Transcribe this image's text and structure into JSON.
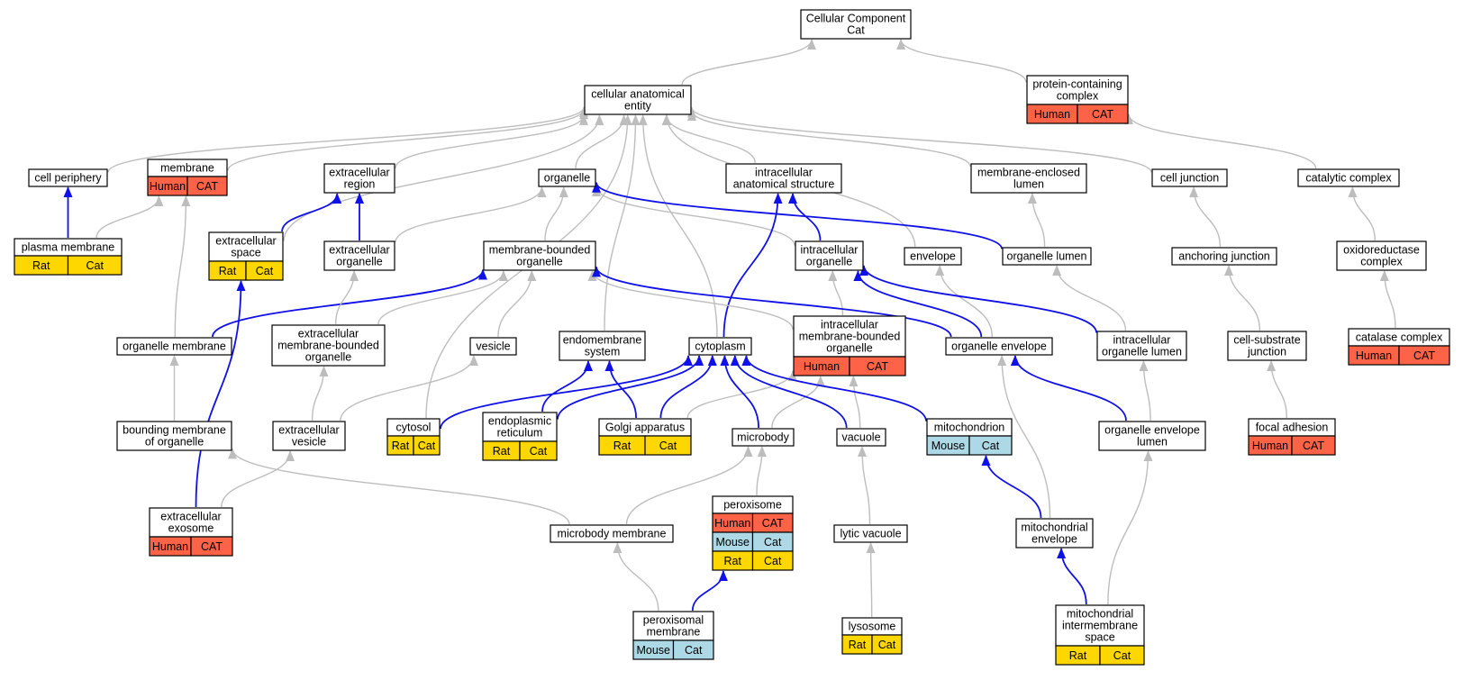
{
  "diagram": {
    "colors": {
      "human": "#ff6347",
      "rat": "#ffd700",
      "mouse": "#add8e6",
      "is_a_edge": "#bdbdbd",
      "part_of_edge": "#1010e8"
    },
    "nodes": [
      {
        "id": "cellular_component",
        "lines": [
          "Cellular Component",
          "Cat"
        ],
        "tags": []
      },
      {
        "id": "cellular_anatomical_entity",
        "lines": [
          "cellular anatomical",
          "entity"
        ],
        "tags": []
      },
      {
        "id": "protein_containing_complex",
        "lines": [
          "protein-containing",
          "complex"
        ],
        "tags": [
          [
            "Human",
            "CAT"
          ]
        ]
      },
      {
        "id": "cell_periphery",
        "lines": [
          "cell periphery"
        ],
        "tags": []
      },
      {
        "id": "membrane",
        "lines": [
          "membrane"
        ],
        "tags": [
          [
            "Human",
            "CAT"
          ]
        ]
      },
      {
        "id": "extracellular_region",
        "lines": [
          "extracellular",
          "region"
        ],
        "tags": []
      },
      {
        "id": "organelle",
        "lines": [
          "organelle"
        ],
        "tags": []
      },
      {
        "id": "intracellular_anatomical_structure",
        "lines": [
          "intracellular",
          "anatomical structure"
        ],
        "tags": []
      },
      {
        "id": "membrane_enclosed_lumen",
        "lines": [
          "membrane-enclosed",
          "lumen"
        ],
        "tags": []
      },
      {
        "id": "cell_junction",
        "lines": [
          "cell junction"
        ],
        "tags": []
      },
      {
        "id": "catalytic_complex",
        "lines": [
          "catalytic complex"
        ],
        "tags": []
      },
      {
        "id": "plasma_membrane",
        "lines": [
          "plasma membrane"
        ],
        "tags": [
          [
            "Rat",
            "Cat"
          ]
        ]
      },
      {
        "id": "extracellular_space",
        "lines": [
          "extracellular",
          "space"
        ],
        "tags": [
          [
            "Rat",
            "Cat"
          ]
        ]
      },
      {
        "id": "extracellular_organelle",
        "lines": [
          "extracellular",
          "organelle"
        ],
        "tags": []
      },
      {
        "id": "membrane_bounded_organelle",
        "lines": [
          "membrane-bounded",
          "organelle"
        ],
        "tags": []
      },
      {
        "id": "intracellular_organelle",
        "lines": [
          "intracellular",
          "organelle"
        ],
        "tags": []
      },
      {
        "id": "envelope",
        "lines": [
          "envelope"
        ],
        "tags": []
      },
      {
        "id": "organelle_lumen",
        "lines": [
          "organelle lumen"
        ],
        "tags": []
      },
      {
        "id": "anchoring_junction",
        "lines": [
          "anchoring junction"
        ],
        "tags": []
      },
      {
        "id": "oxidoreductase_complex",
        "lines": [
          "oxidoreductase",
          "complex"
        ],
        "tags": []
      },
      {
        "id": "organelle_membrane",
        "lines": [
          "organelle membrane"
        ],
        "tags": []
      },
      {
        "id": "extracellular_mb_organelle",
        "lines": [
          "extracellular",
          "membrane-bounded",
          "organelle"
        ],
        "tags": []
      },
      {
        "id": "vesicle",
        "lines": [
          "vesicle"
        ],
        "tags": []
      },
      {
        "id": "endomembrane_system",
        "lines": [
          "endomembrane",
          "system"
        ],
        "tags": []
      },
      {
        "id": "cytoplasm",
        "lines": [
          "cytoplasm"
        ],
        "tags": []
      },
      {
        "id": "intracellular_mb_organelle",
        "lines": [
          "intracellular",
          "membrane-bounded",
          "organelle"
        ],
        "tags": [
          [
            "Human",
            "CAT"
          ]
        ]
      },
      {
        "id": "organelle_envelope",
        "lines": [
          "organelle envelope"
        ],
        "tags": []
      },
      {
        "id": "intracellular_organelle_lumen",
        "lines": [
          "intracellular",
          "organelle lumen"
        ],
        "tags": []
      },
      {
        "id": "cell_substrate_junction",
        "lines": [
          "cell-substrate",
          "junction"
        ],
        "tags": []
      },
      {
        "id": "catalase_complex",
        "lines": [
          "catalase complex"
        ],
        "tags": [
          [
            "Human",
            "CAT"
          ]
        ]
      },
      {
        "id": "bounding_membrane",
        "lines": [
          "bounding membrane",
          "of organelle"
        ],
        "tags": []
      },
      {
        "id": "extracellular_vesicle",
        "lines": [
          "extracellular",
          "vesicle"
        ],
        "tags": []
      },
      {
        "id": "cytosol",
        "lines": [
          "cytosol"
        ],
        "tags": [
          [
            "Rat",
            "Cat"
          ]
        ]
      },
      {
        "id": "endoplasmic_reticulum",
        "lines": [
          "endoplasmic",
          "reticulum"
        ],
        "tags": [
          [
            "Rat",
            "Cat"
          ]
        ]
      },
      {
        "id": "golgi_apparatus",
        "lines": [
          "Golgi apparatus"
        ],
        "tags": [
          [
            "Rat",
            "Cat"
          ]
        ]
      },
      {
        "id": "microbody",
        "lines": [
          "microbody"
        ],
        "tags": []
      },
      {
        "id": "vacuole",
        "lines": [
          "vacuole"
        ],
        "tags": []
      },
      {
        "id": "mitochondrion",
        "lines": [
          "mitochondrion"
        ],
        "tags": [
          [
            "Mouse",
            "Cat"
          ]
        ]
      },
      {
        "id": "organelle_envelope_lumen",
        "lines": [
          "organelle envelope",
          "lumen"
        ],
        "tags": []
      },
      {
        "id": "focal_adhesion",
        "lines": [
          "focal adhesion"
        ],
        "tags": [
          [
            "Human",
            "CAT"
          ]
        ]
      },
      {
        "id": "extracellular_exosome",
        "lines": [
          "extracellular",
          "exosome"
        ],
        "tags": [
          [
            "Human",
            "CAT"
          ]
        ]
      },
      {
        "id": "microbody_membrane",
        "lines": [
          "microbody membrane"
        ],
        "tags": []
      },
      {
        "id": "peroxisome",
        "lines": [
          "peroxisome"
        ],
        "tags": [
          [
            "Human",
            "CAT"
          ],
          [
            "Mouse",
            "Cat"
          ],
          [
            "Rat",
            "Cat"
          ]
        ]
      },
      {
        "id": "lytic_vacuole",
        "lines": [
          "lytic vacuole"
        ],
        "tags": []
      },
      {
        "id": "mitochondrial_envelope",
        "lines": [
          "mitochondrial",
          "envelope"
        ],
        "tags": []
      },
      {
        "id": "peroxisomal_membrane",
        "lines": [
          "peroxisomal",
          "membrane"
        ],
        "tags": [
          [
            "Mouse",
            "Cat"
          ]
        ]
      },
      {
        "id": "lysosome",
        "lines": [
          "lysosome"
        ],
        "tags": [
          [
            "Rat",
            "Cat"
          ]
        ]
      },
      {
        "id": "mitochondrial_intermembrane_space",
        "lines": [
          "mitochondrial",
          "intermembrane",
          "space"
        ],
        "tags": [
          [
            "Rat",
            "Cat"
          ]
        ]
      }
    ],
    "edges": [
      {
        "from": "cellular_anatomical_entity",
        "to": "cellular_component",
        "type": "is_a"
      },
      {
        "from": "protein_containing_complex",
        "to": "cellular_component",
        "type": "is_a"
      },
      {
        "from": "cell_periphery",
        "to": "cellular_anatomical_entity",
        "type": "is_a"
      },
      {
        "from": "membrane",
        "to": "cellular_anatomical_entity",
        "type": "is_a"
      },
      {
        "from": "extracellular_region",
        "to": "cellular_anatomical_entity",
        "type": "is_a"
      },
      {
        "from": "organelle",
        "to": "cellular_anatomical_entity",
        "type": "is_a"
      },
      {
        "from": "intracellular_anatomical_structure",
        "to": "cellular_anatomical_entity",
        "type": "is_a"
      },
      {
        "from": "membrane_enclosed_lumen",
        "to": "cellular_anatomical_entity",
        "type": "is_a"
      },
      {
        "from": "cell_junction",
        "to": "cellular_anatomical_entity",
        "type": "is_a"
      },
      {
        "from": "catalytic_complex",
        "to": "protein_containing_complex",
        "type": "is_a"
      },
      {
        "from": "extracellular_space",
        "to": "cellular_anatomical_entity",
        "type": "is_a"
      },
      {
        "from": "endomembrane_system",
        "to": "cellular_anatomical_entity",
        "type": "is_a"
      },
      {
        "from": "cytoplasm",
        "to": "cellular_anatomical_entity",
        "type": "is_a"
      },
      {
        "from": "cytosol",
        "to": "cellular_anatomical_entity",
        "type": "is_a"
      },
      {
        "from": "envelope",
        "to": "cellular_anatomical_entity",
        "type": "is_a"
      },
      {
        "from": "plasma_membrane",
        "to": "cell_periphery",
        "type": "part_of"
      },
      {
        "from": "plasma_membrane",
        "to": "membrane",
        "type": "is_a"
      },
      {
        "from": "extracellular_space",
        "to": "extracellular_region",
        "type": "part_of"
      },
      {
        "from": "extracellular_organelle",
        "to": "extracellular_region",
        "type": "part_of"
      },
      {
        "from": "extracellular_organelle",
        "to": "organelle",
        "type": "is_a"
      },
      {
        "from": "membrane_bounded_organelle",
        "to": "organelle",
        "type": "is_a"
      },
      {
        "from": "intracellular_organelle",
        "to": "organelle",
        "type": "is_a"
      },
      {
        "from": "intracellular_organelle",
        "to": "intracellular_anatomical_structure",
        "type": "part_of"
      },
      {
        "from": "organelle_lumen",
        "to": "organelle",
        "type": "part_of"
      },
      {
        "from": "organelle_lumen",
        "to": "membrane_enclosed_lumen",
        "type": "is_a"
      },
      {
        "from": "anchoring_junction",
        "to": "cell_junction",
        "type": "is_a"
      },
      {
        "from": "oxidoreductase_complex",
        "to": "catalytic_complex",
        "type": "is_a"
      },
      {
        "from": "organelle_membrane",
        "to": "membrane",
        "type": "is_a"
      },
      {
        "from": "organelle_membrane",
        "to": "membrane_bounded_organelle",
        "type": "part_of"
      },
      {
        "from": "extracellular_mb_organelle",
        "to": "extracellular_organelle",
        "type": "is_a"
      },
      {
        "from": "extracellular_mb_organelle",
        "to": "membrane_bounded_organelle",
        "type": "is_a"
      },
      {
        "from": "vesicle",
        "to": "membrane_bounded_organelle",
        "type": "is_a"
      },
      {
        "from": "cytoplasm",
        "to": "intracellular_anatomical_structure",
        "type": "part_of"
      },
      {
        "from": "intracellular_mb_organelle",
        "to": "membrane_bounded_organelle",
        "type": "is_a"
      },
      {
        "from": "intracellular_mb_organelle",
        "to": "intracellular_organelle",
        "type": "is_a"
      },
      {
        "from": "organelle_envelope",
        "to": "envelope",
        "type": "is_a"
      },
      {
        "from": "organelle_envelope",
        "to": "intracellular_organelle",
        "type": "part_of"
      },
      {
        "from": "organelle_envelope",
        "to": "membrane_bounded_organelle",
        "type": "part_of"
      },
      {
        "from": "intracellular_organelle_lumen",
        "to": "organelle_lumen",
        "type": "is_a"
      },
      {
        "from": "intracellular_organelle_lumen",
        "to": "intracellular_organelle",
        "type": "part_of"
      },
      {
        "from": "cell_substrate_junction",
        "to": "anchoring_junction",
        "type": "is_a"
      },
      {
        "from": "catalase_complex",
        "to": "oxidoreductase_complex",
        "type": "is_a"
      },
      {
        "from": "bounding_membrane",
        "to": "organelle_membrane",
        "type": "is_a"
      },
      {
        "from": "extracellular_vesicle",
        "to": "extracellular_mb_organelle",
        "type": "is_a"
      },
      {
        "from": "extracellular_vesicle",
        "to": "vesicle",
        "type": "is_a"
      },
      {
        "from": "cytosol",
        "to": "cytoplasm",
        "type": "part_of"
      },
      {
        "from": "endoplasmic_reticulum",
        "to": "endomembrane_system",
        "type": "part_of"
      },
      {
        "from": "endoplasmic_reticulum",
        "to": "cytoplasm",
        "type": "part_of"
      },
      {
        "from": "golgi_apparatus",
        "to": "endomembrane_system",
        "type": "part_of"
      },
      {
        "from": "golgi_apparatus",
        "to": "cytoplasm",
        "type": "part_of"
      },
      {
        "from": "golgi_apparatus",
        "to": "intracellular_mb_organelle",
        "type": "is_a"
      },
      {
        "from": "microbody",
        "to": "cytoplasm",
        "type": "part_of"
      },
      {
        "from": "microbody",
        "to": "intracellular_mb_organelle",
        "type": "is_a"
      },
      {
        "from": "vacuole",
        "to": "cytoplasm",
        "type": "part_of"
      },
      {
        "from": "vacuole",
        "to": "intracellular_mb_organelle",
        "type": "is_a"
      },
      {
        "from": "mitochondrion",
        "to": "cytoplasm",
        "type": "part_of"
      },
      {
        "from": "organelle_envelope_lumen",
        "to": "organelle_envelope",
        "type": "part_of"
      },
      {
        "from": "organelle_envelope_lumen",
        "to": "intracellular_organelle_lumen",
        "type": "is_a"
      },
      {
        "from": "focal_adhesion",
        "to": "cell_substrate_junction",
        "type": "is_a"
      },
      {
        "from": "extracellular_exosome",
        "to": "extracellular_space",
        "type": "part_of"
      },
      {
        "from": "extracellular_exosome",
        "to": "extracellular_vesicle",
        "type": "is_a"
      },
      {
        "from": "microbody_membrane",
        "to": "bounding_membrane",
        "type": "is_a"
      },
      {
        "from": "microbody_membrane",
        "to": "microbody",
        "type": "is_a"
      },
      {
        "from": "peroxisome",
        "to": "microbody",
        "type": "is_a"
      },
      {
        "from": "lytic_vacuole",
        "to": "vacuole",
        "type": "is_a"
      },
      {
        "from": "mitochondrial_envelope",
        "to": "mitochondrion",
        "type": "part_of"
      },
      {
        "from": "mitochondrial_envelope",
        "to": "organelle_envelope",
        "type": "is_a"
      },
      {
        "from": "peroxisomal_membrane",
        "to": "microbody_membrane",
        "type": "is_a"
      },
      {
        "from": "peroxisomal_membrane",
        "to": "peroxisome",
        "type": "part_of"
      },
      {
        "from": "lysosome",
        "to": "lytic_vacuole",
        "type": "is_a"
      },
      {
        "from": "mitochondrial_intermembrane_space",
        "to": "mitochondrial_envelope",
        "type": "part_of"
      },
      {
        "from": "mitochondrial_intermembrane_space",
        "to": "organelle_envelope_lumen",
        "type": "is_a"
      }
    ]
  }
}
